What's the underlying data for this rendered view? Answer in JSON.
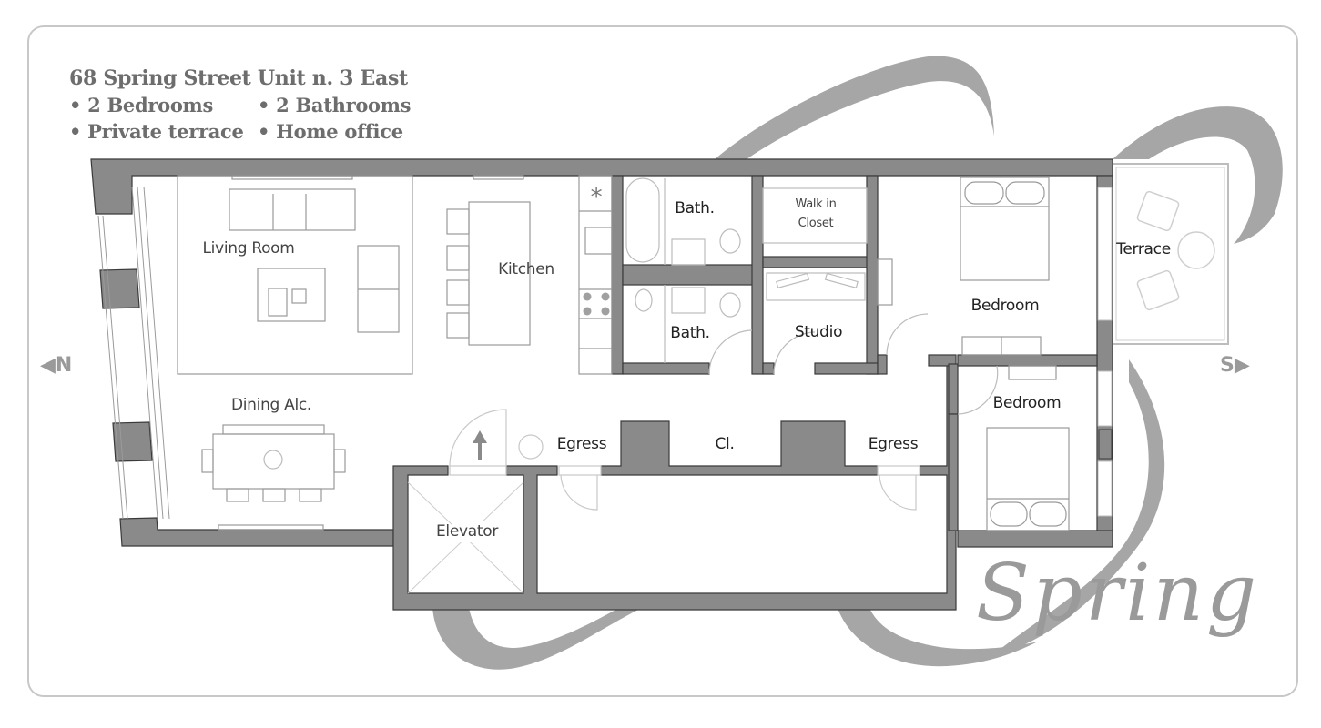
{
  "listing": {
    "title": "68 Spring Street Unit n. 3 East",
    "features": [
      [
        "• 2 Bedrooms",
        "• 2 Bathrooms"
      ],
      [
        "• Private terrace",
        "• Home office"
      ]
    ]
  },
  "compass": {
    "north": "N",
    "south": "S",
    "north_arrow": "◀",
    "south_arrow": "▶"
  },
  "rooms": {
    "living_room": "Living Room",
    "kitchen": "Kitchen",
    "bath_1": "Bath.",
    "bath_2": "Bath.",
    "walk_in_closet_line1": "Walk in",
    "walk_in_closet_line2": "Closet",
    "studio": "Studio",
    "bedroom_master": "Bedroom",
    "bedroom_second": "Bedroom",
    "terrace": "Terrace",
    "dining": "Dining Alc.",
    "egress_1": "Egress",
    "egress_2": "Egress",
    "closet": "Cl.",
    "elevator": "Elevator"
  },
  "kitchen_icons": {
    "fridge_symbol": "*"
  },
  "brand": {
    "logo_text": "Spring"
  },
  "colors": {
    "wall": "#8a8a8a",
    "wall_outline": "#3a3a3a",
    "furniture": "#9a9a9a",
    "swirl": "#a6a6a6",
    "text": "#6d6d6d",
    "card_border": "#c8c8c8"
  }
}
